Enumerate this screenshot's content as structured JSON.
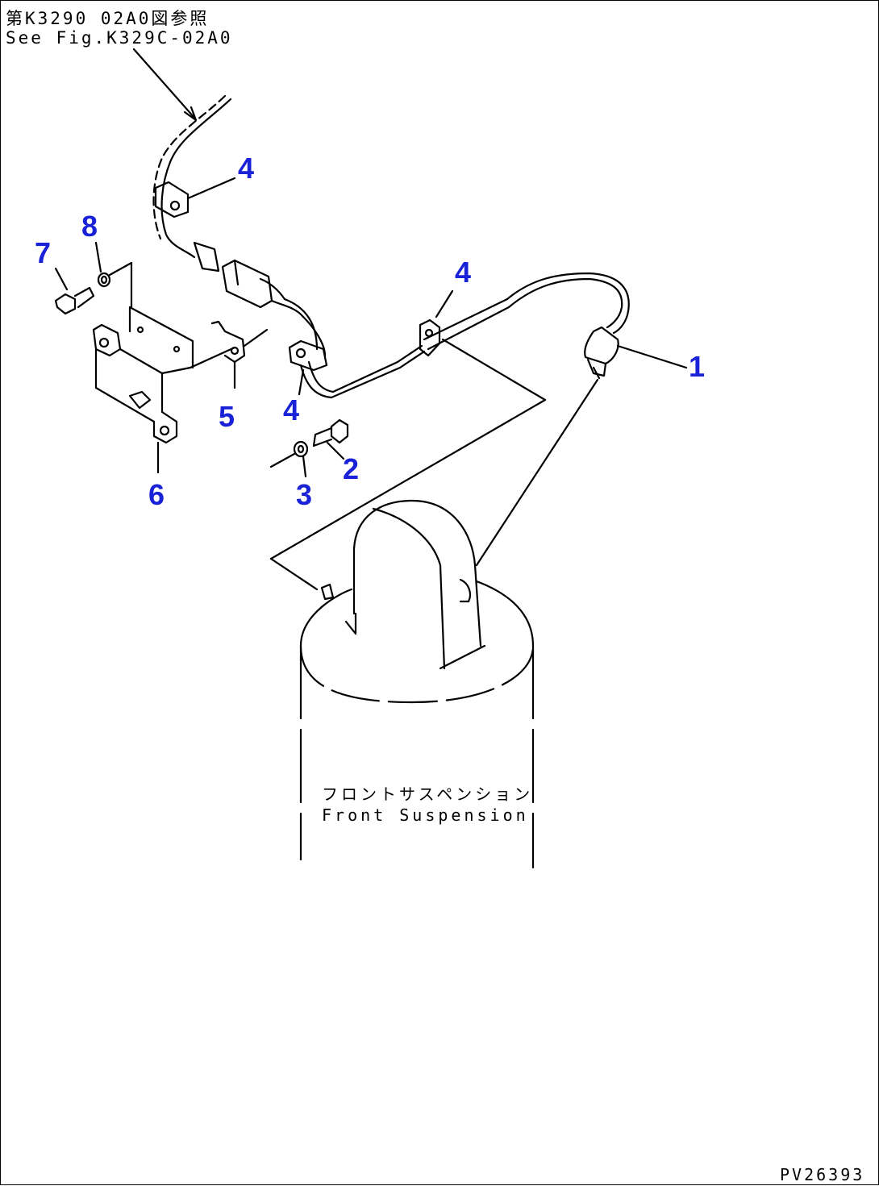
{
  "reference": {
    "japanese": "第K3290 02A0図参照",
    "english": "See Fig.K329C-02A0"
  },
  "callouts": {
    "c1": "1",
    "c2": "2",
    "c3": "3",
    "c4a": "4",
    "c4b": "4",
    "c4c": "4",
    "c5": "5",
    "c6": "6",
    "c7": "7",
    "c8": "8"
  },
  "label": {
    "japanese": "フロントサスペンション",
    "english": "Front Suspension"
  },
  "drawing_code": "PV26393",
  "colors": {
    "callout": "#1a22d8",
    "line": "#000000",
    "background": "#ffffff"
  }
}
